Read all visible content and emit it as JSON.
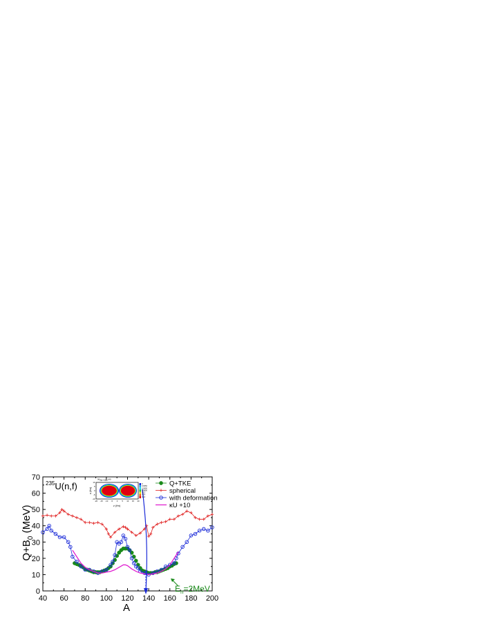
{
  "chart_data": {
    "type": "line",
    "xlabel": "A",
    "ylabel_main": "Q+B",
    "ylabel_sub": "0",
    "ylabel_tail": " (MeV)",
    "xlim": [
      40,
      200
    ],
    "ylim": [
      0,
      70
    ],
    "xticks": [
      "40",
      "60",
      "80",
      "100",
      "120",
      "140",
      "160",
      "180",
      "200"
    ],
    "yticks": [
      "0",
      "10",
      "20",
      "30",
      "40",
      "50",
      "60",
      "70"
    ],
    "grid": false,
    "legend_position": "top-right",
    "annotation_reaction": {
      "sup": "235",
      "text": "U(n,f)"
    },
    "annotation_energy": {
      "main": "E",
      "sub": "n",
      "tail": "=2MeV"
    },
    "series": [
      {
        "name": "Q+TKE",
        "color": "#1a8a1a",
        "marker": "filled-circle",
        "x": [
          70,
          72,
          74,
          76,
          78,
          80,
          82,
          84,
          86,
          88,
          90,
          92,
          94,
          96,
          98,
          100,
          102,
          104,
          106,
          108,
          110,
          112,
          114,
          116,
          118,
          120,
          122,
          124,
          126,
          128,
          130,
          132,
          134,
          136,
          138,
          140,
          142,
          144,
          146,
          148,
          150,
          152,
          154,
          156,
          158,
          160,
          162,
          164,
          166
        ],
        "y": [
          17,
          16.5,
          16,
          15.5,
          14.5,
          13.5,
          13,
          12.5,
          12,
          11.5,
          11.5,
          11.5,
          11.5,
          12,
          12.5,
          13,
          14,
          15,
          17,
          19,
          21.5,
          23.5,
          25,
          26,
          26,
          26,
          25,
          23.5,
          21,
          18.5,
          16,
          14,
          12.5,
          12,
          11.5,
          11,
          11,
          11,
          11.5,
          11.5,
          12,
          12.5,
          13,
          13.5,
          14,
          15,
          15.5,
          16.5,
          17
        ]
      },
      {
        "name": "spherical",
        "color": "#e02020",
        "marker": "cross",
        "x": [
          40,
          44,
          48,
          52,
          56,
          58,
          60,
          64,
          68,
          72,
          76,
          80,
          84,
          88,
          92,
          96,
          100,
          102,
          104,
          108,
          112,
          116,
          118,
          120,
          124,
          128,
          132,
          136,
          138,
          140,
          142,
          144,
          148,
          152,
          156,
          160,
          164,
          168,
          172,
          176,
          180,
          184,
          188,
          192,
          196,
          200
        ],
        "y": [
          46,
          46.5,
          46,
          46,
          48,
          50,
          49,
          47,
          46,
          45,
          44,
          42,
          42,
          41.5,
          42,
          41,
          38,
          35,
          33,
          36,
          38,
          39.5,
          39,
          38,
          36,
          34,
          35.5,
          38,
          40,
          33.5,
          35,
          39,
          41,
          42,
          42.5,
          44,
          44,
          46,
          47,
          49,
          48,
          45,
          44,
          44,
          46,
          47
        ]
      },
      {
        "name": "with deformation",
        "color": "#1a2ad8",
        "marker": "open-circle",
        "x": [
          40,
          44,
          46,
          48,
          52,
          56,
          60,
          64,
          66,
          68,
          72,
          76,
          80,
          84,
          88,
          92,
          96,
          100,
          104,
          106,
          108,
          110,
          112,
          114,
          116,
          118,
          120,
          122,
          124,
          126,
          128,
          130,
          132,
          136,
          140,
          144,
          148,
          152,
          156,
          160,
          164,
          166,
          168,
          172,
          176,
          180,
          184,
          188,
          192,
          196,
          200
        ],
        "y": [
          36,
          38,
          40,
          37,
          35,
          33,
          33,
          30,
          27,
          21,
          18,
          15,
          13,
          13,
          12,
          11,
          12,
          13,
          16,
          18,
          22,
          30,
          29,
          30,
          34,
          32,
          27,
          25,
          20,
          17,
          15,
          14,
          12,
          11,
          10,
          11,
          12,
          13,
          15,
          16,
          17,
          20,
          23,
          27,
          30,
          34,
          35,
          37,
          38,
          37,
          39
        ]
      },
      {
        "name": "κU +10",
        "color": "#e020d0",
        "marker": "none",
        "x": [
          68,
          72,
          76,
          80,
          84,
          88,
          92,
          96,
          100,
          104,
          108,
          112,
          116,
          118,
          120,
          124,
          128,
          132,
          136,
          140,
          144,
          148,
          152,
          156,
          160,
          164,
          168
        ],
        "y": [
          25,
          21,
          17,
          14.5,
          13,
          12,
          11,
          11,
          11.5,
          12,
          13,
          14.5,
          16,
          16,
          15.5,
          13.5,
          12,
          11,
          10.5,
          10,
          10.5,
          11,
          12,
          13.5,
          16,
          20,
          24
        ]
      }
    ],
    "inset": {
      "title": "Sr+Xe",
      "title_sup1": "96",
      "title_sup2": "140",
      "xlabel": "z (fm)",
      "ylabel": "x (fm)",
      "xticks": [
        "-20",
        "-15",
        "-10",
        "-5",
        "0",
        "5",
        "10",
        "15",
        "20"
      ],
      "yticks": [
        "-10",
        "-5",
        "0",
        "5",
        "10"
      ],
      "colorbar": [
        "0",
        "0.0050",
        "0.0400",
        "0.0800",
        "0.12",
        "0.14",
        "0.16"
      ],
      "colorbar_colors": [
        "#0a1ae0",
        "#1aa0f0",
        "#1ae0e0",
        "#22c040",
        "#e8e010",
        "#f06010",
        "#e00010"
      ]
    }
  }
}
